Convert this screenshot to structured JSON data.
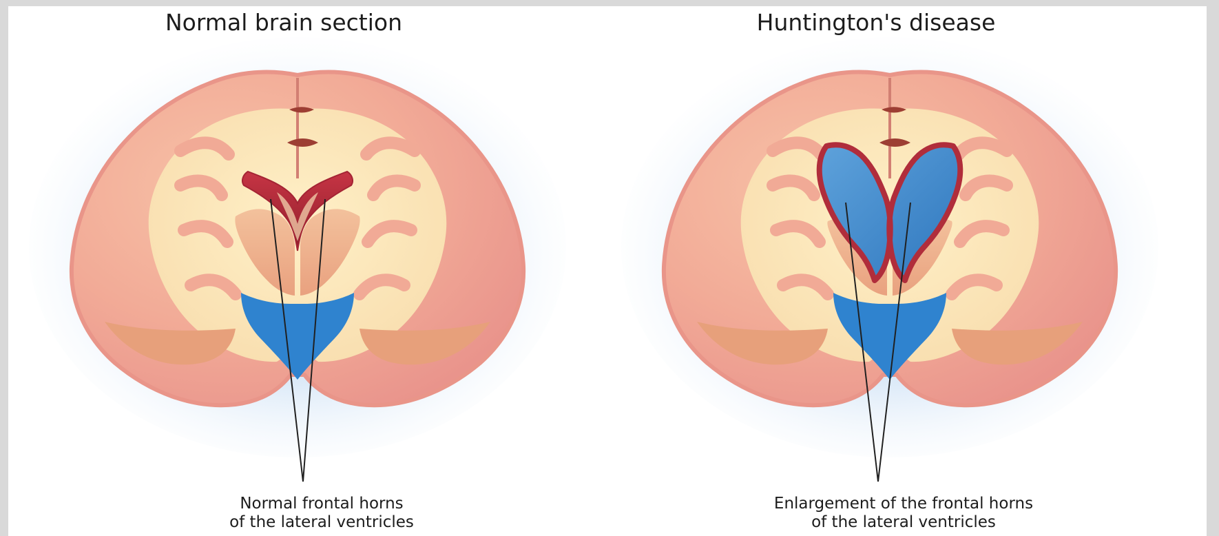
{
  "figure": {
    "left_panel": {
      "title": "Normal brain section",
      "caption_line1": "Normal frontal horns",
      "caption_line2": "of the lateral ventricles"
    },
    "right_panel": {
      "title": "Huntington's disease",
      "caption_line1": "Enlargement of the frontal horns",
      "caption_line2": "of the lateral ventricles"
    }
  },
  "colors": {
    "page_frame": "#d9d9d9",
    "panel_background": "#ffffff",
    "cortex_gray_matter": "#f1aa96",
    "white_matter": "#fbe7b7",
    "basal_ganglia": "#efb28e",
    "normal_ventricle": "#b32534",
    "enlarged_ventricle": "#4a8fcc",
    "csf_blue": "#2f83cf",
    "label_lines": "#202020"
  },
  "icons": {
    "brain_left": "normal-brain-coronal-section",
    "brain_right": "huntington-brain-coronal-section"
  }
}
